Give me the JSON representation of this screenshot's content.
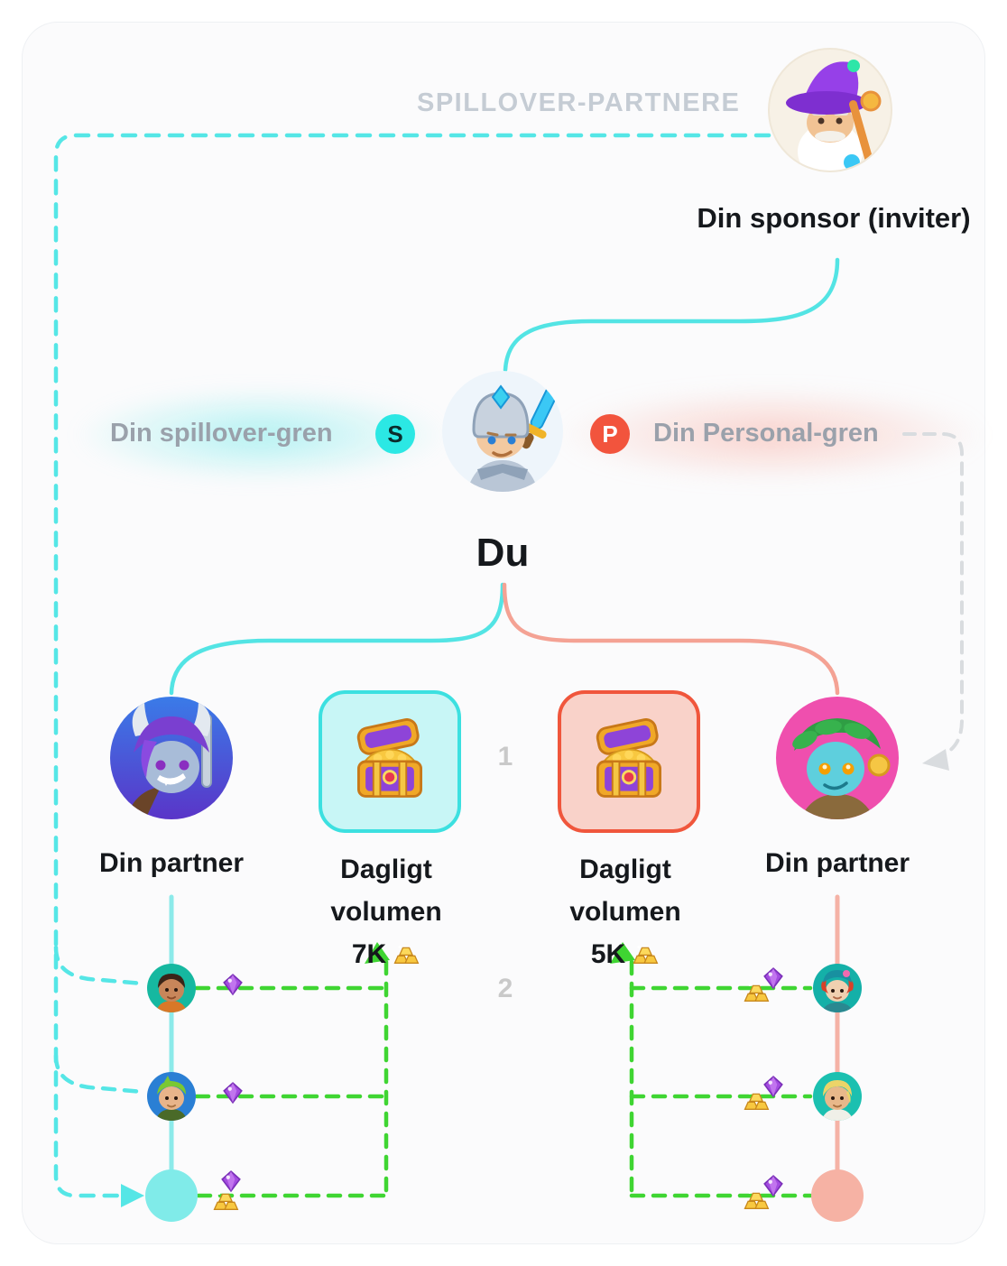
{
  "header": {
    "title": "SPILLOVER-PARTNERE",
    "sponsor_label": "Din sponsor (inviter)"
  },
  "you": {
    "label": "Du",
    "spillover_badge": "S",
    "personal_badge": "P",
    "spillover_branch_label": "Din spillover-gren",
    "personal_branch_label": "Din Personal-gren"
  },
  "left_branch": {
    "partner_label": "Din partner",
    "volume_word1": "Dagligt",
    "volume_word2": "volumen",
    "volume_value": "7K"
  },
  "right_branch": {
    "partner_label": "Din partner",
    "volume_word1": "Dagligt",
    "volume_word2": "volumen",
    "volume_value": "5K"
  },
  "steps": {
    "one": "1",
    "two": "2"
  },
  "icons": {
    "sponsor": "wizard-avatar",
    "you": "knight-avatar",
    "left_partner": "troll-warrior-avatar",
    "right_partner": "dryad-avatar",
    "volume_box": "treasure-chest-icon",
    "volume_currency": "gold-bars-icon",
    "connector_reward": "purple-gem-icon"
  },
  "colors": {
    "cyan": "#45E2E2",
    "cyan_light": "#8CEAEA",
    "salmon": "#F0563C",
    "salmon_light": "#F5B2A6",
    "green": "#3FD532",
    "purple": "#8E44D8",
    "gold": "#F5C644",
    "title_gray": "#C5CCD4",
    "label_gray": "#9AA1AB",
    "step_gray": "#C9C9C9"
  }
}
